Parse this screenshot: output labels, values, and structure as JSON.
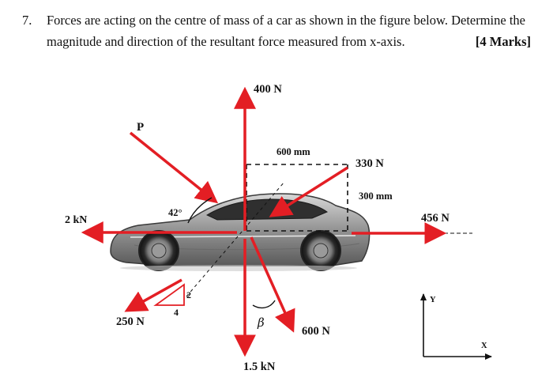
{
  "question": {
    "number": "7.",
    "line1": "Forces are acting on the centre of mass of a car as shown in the figure below. Determine the",
    "line2": "magnitude and direction of the resultant force measured from x-axis.",
    "marks": "[4 Marks]"
  },
  "figure": {
    "labels": {
      "f400": "400 N",
      "p": "P",
      "d600": "600 mm",
      "f330": "330 N",
      "d300": "300 mm",
      "angle42": "42°",
      "f2kn": "2 kN",
      "f456": "456 N",
      "tri_2": "2",
      "tri_4": "4",
      "f250": "250 N",
      "beta": "β",
      "f600": "600 N",
      "f15kn": "1.5 kN",
      "axis_y": "Y",
      "axis_x": "X"
    },
    "colors": {
      "arrow": "#e31e24",
      "car_body": "#8c8c8c",
      "line": "#111111"
    }
  }
}
